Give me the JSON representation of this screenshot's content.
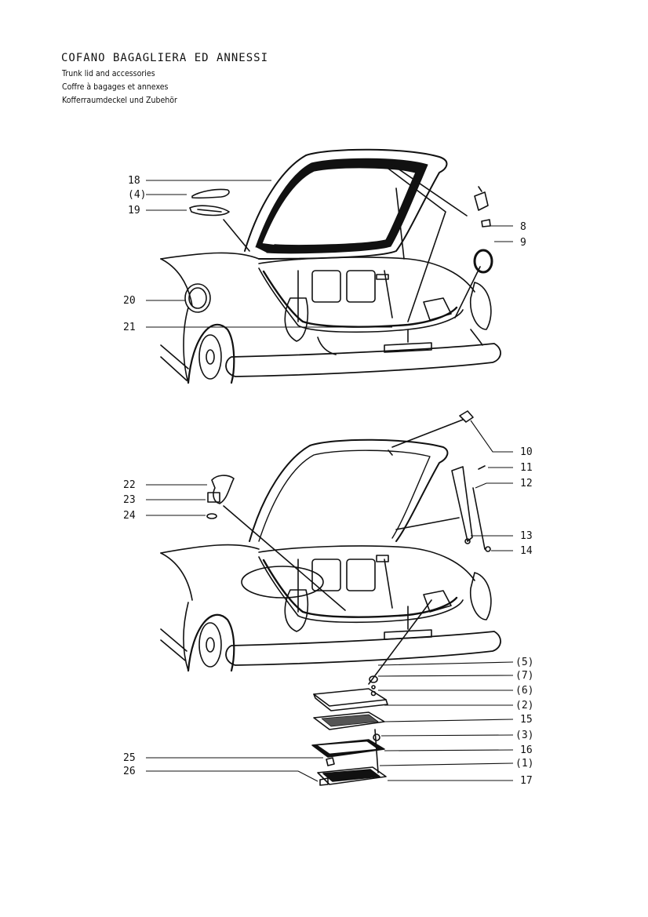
{
  "heading": {
    "title": "COFANO BAGAGLIERA ED ANNESSI",
    "subtitle_en": "Trunk lid and accessories",
    "subtitle_fr": "Coffre à bagages et annexes",
    "subtitle_de": "Kofferraumdeckel und Zubehör"
  },
  "callouts_top": [
    "18",
    "(4)",
    "19",
    "20",
    "21",
    "8",
    "9"
  ],
  "callouts_bottom": [
    "22",
    "23",
    "24",
    "25",
    "26",
    "10",
    "11",
    "12",
    "13",
    "14",
    "(5)",
    "(7)",
    "(6)",
    "(2)",
    "15",
    "(3)",
    "16",
    "(1)",
    "17"
  ]
}
